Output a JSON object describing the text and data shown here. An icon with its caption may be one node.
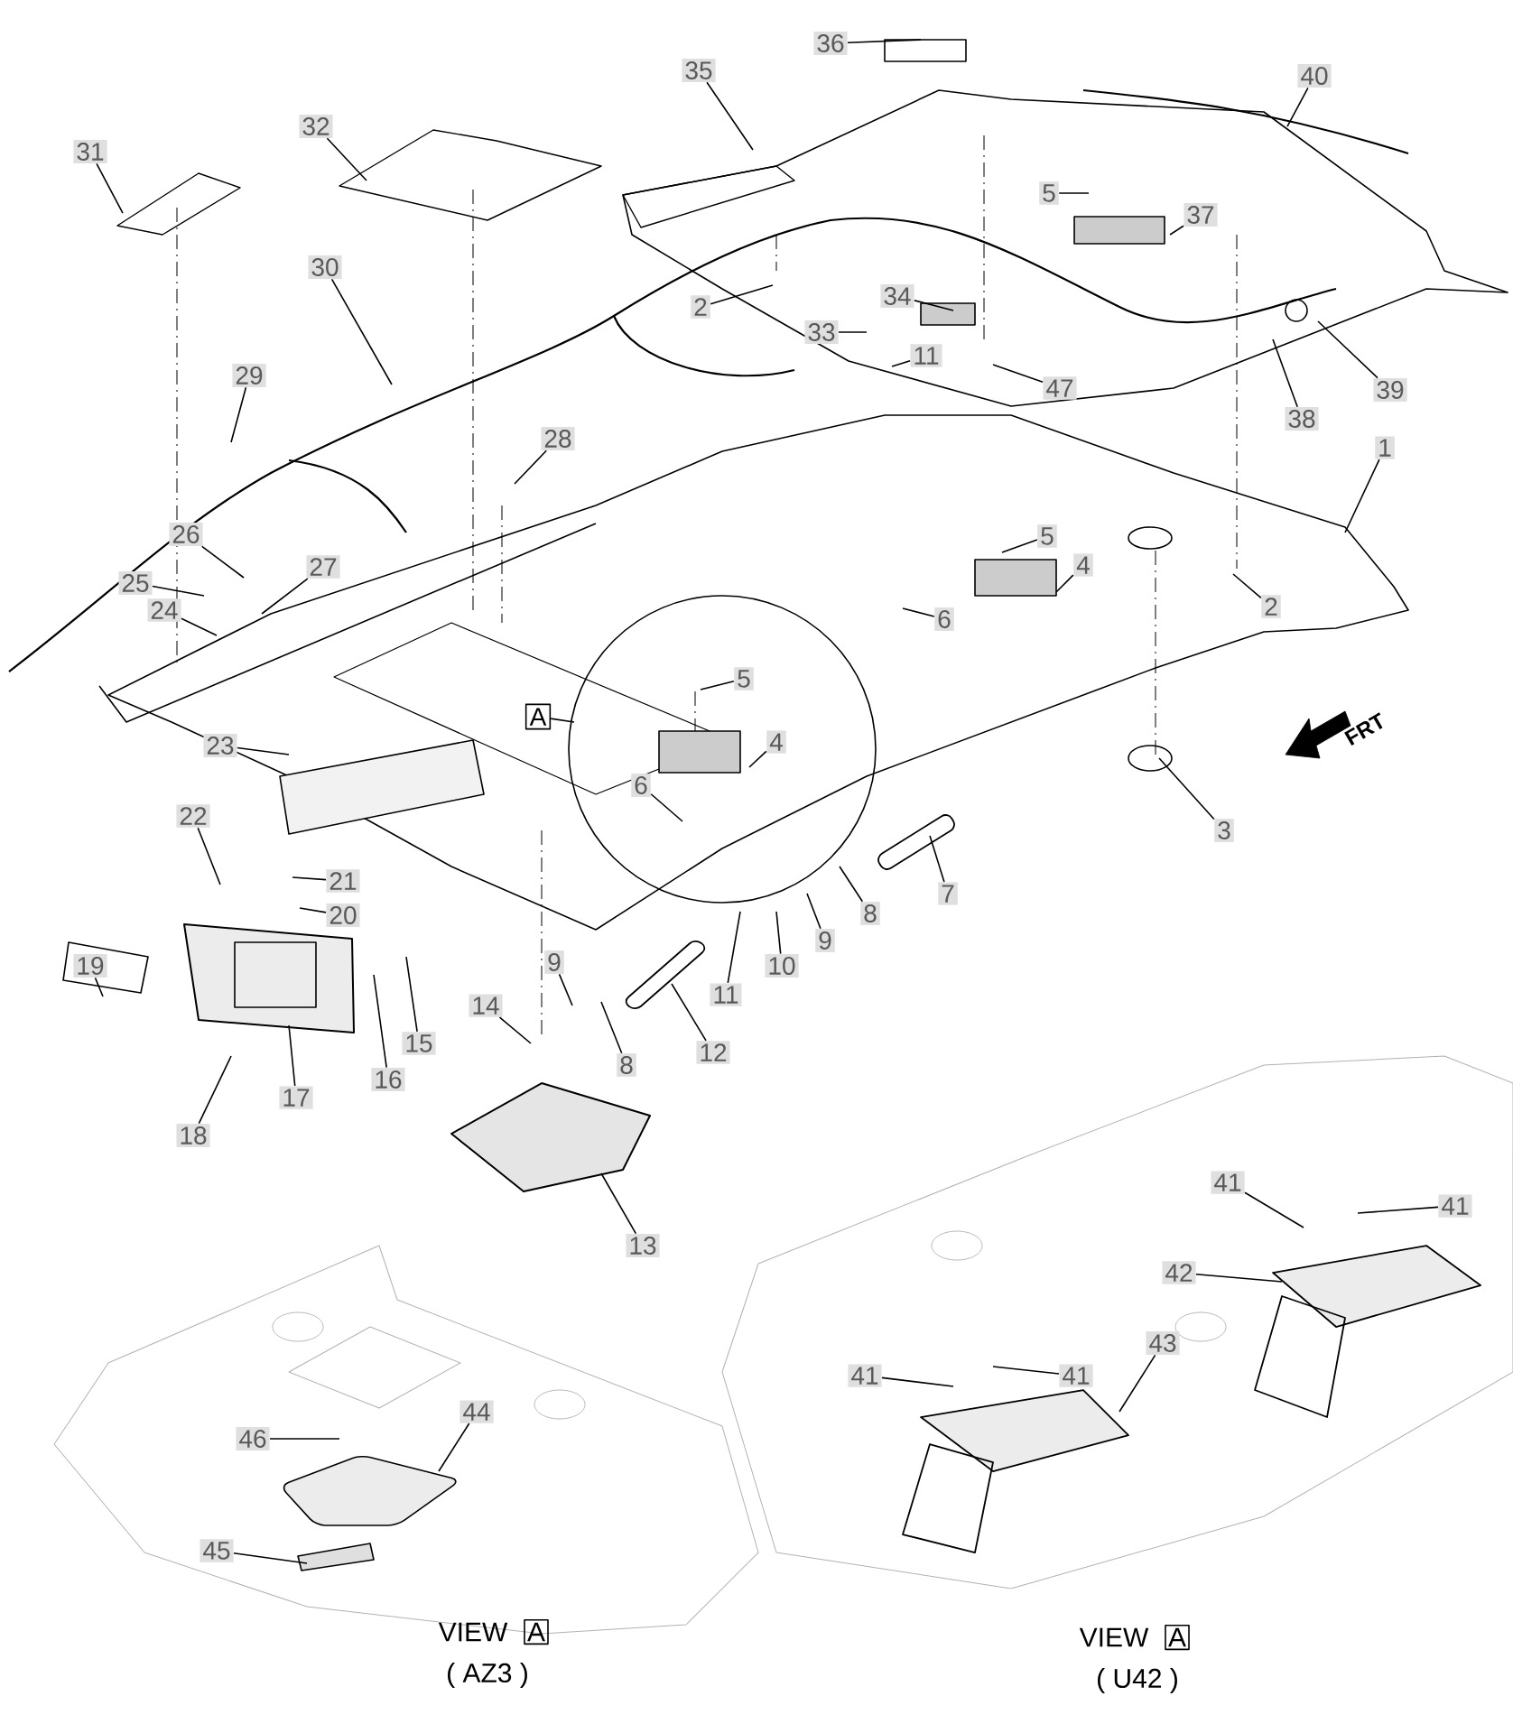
{
  "diagram": {
    "nodes": [
      {
        "text": [
          "1"
        ]
      },
      {
        "text": [
          "2"
        ]
      },
      {
        "text": [
          "2"
        ]
      },
      {
        "text": [
          "3"
        ]
      },
      {
        "text": [
          "4"
        ]
      },
      {
        "text": [
          "4"
        ]
      },
      {
        "text": [
          "5"
        ]
      },
      {
        "text": [
          "5"
        ]
      },
      {
        "text": [
          "5"
        ]
      },
      {
        "text": [
          "6"
        ]
      },
      {
        "text": [
          "6"
        ]
      },
      {
        "text": [
          "7"
        ]
      },
      {
        "text": [
          "8"
        ]
      },
      {
        "text": [
          "8"
        ]
      },
      {
        "text": [
          "9"
        ]
      },
      {
        "text": [
          "9"
        ]
      },
      {
        "text": [
          "10"
        ]
      },
      {
        "text": [
          "11"
        ]
      },
      {
        "text": [
          "11"
        ]
      },
      {
        "text": [
          "12"
        ]
      },
      {
        "text": [
          "13"
        ]
      },
      {
        "text": [
          "14"
        ]
      },
      {
        "text": [
          "15"
        ]
      },
      {
        "text": [
          "16"
        ]
      },
      {
        "text": [
          "17"
        ]
      },
      {
        "text": [
          "18"
        ]
      },
      {
        "text": [
          "19"
        ]
      },
      {
        "text": [
          "20"
        ]
      },
      {
        "text": [
          "21"
        ]
      },
      {
        "text": [
          "22"
        ]
      },
      {
        "text": [
          "23"
        ]
      },
      {
        "text": [
          "24"
        ]
      },
      {
        "text": [
          "25"
        ]
      },
      {
        "text": [
          "26"
        ]
      },
      {
        "text": [
          "27"
        ]
      },
      {
        "text": [
          "28"
        ]
      },
      {
        "text": [
          "29"
        ]
      },
      {
        "text": [
          "30"
        ]
      },
      {
        "text": [
          "31"
        ]
      },
      {
        "text": [
          "32"
        ]
      },
      {
        "text": [
          "33"
        ]
      },
      {
        "text": [
          "34"
        ]
      },
      {
        "text": [
          "35"
        ]
      },
      {
        "text": [
          "36"
        ]
      },
      {
        "text": [
          "37"
        ]
      },
      {
        "text": [
          "38"
        ]
      },
      {
        "text": [
          "39"
        ]
      },
      {
        "text": [
          "40"
        ]
      },
      {
        "text": [
          "41"
        ]
      },
      {
        "text": [
          "41"
        ]
      },
      {
        "text": [
          "41"
        ]
      },
      {
        "text": [
          "41"
        ]
      },
      {
        "text": [
          "42"
        ]
      },
      {
        "text": [
          "43"
        ]
      },
      {
        "text": [
          "44"
        ]
      },
      {
        "text": [
          "45"
        ]
      },
      {
        "text": [
          "46"
        ]
      },
      {
        "text": [
          "47"
        ]
      },
      {
        "text": [
          "A"
        ]
      }
    ],
    "edges": [
      {
        "from": 0,
        "to": null,
        "arrow": "none"
      },
      {
        "from": 1,
        "to": null,
        "arrow": "none"
      },
      {
        "from": 2,
        "to": null,
        "arrow": "none"
      },
      {
        "from": 3,
        "to": null,
        "arrow": "none"
      },
      {
        "from": 4,
        "to": null,
        "arrow": "none"
      },
      {
        "from": 5,
        "to": null,
        "arrow": "none"
      },
      {
        "from": 6,
        "to": null,
        "arrow": "none"
      },
      {
        "from": 7,
        "to": null,
        "arrow": "none"
      },
      {
        "from": 8,
        "to": null,
        "arrow": "none"
      },
      {
        "from": 9,
        "to": null,
        "arrow": "none"
      },
      {
        "from": 10,
        "to": null,
        "arrow": "none"
      },
      {
        "from": 11,
        "to": null,
        "arrow": "none"
      },
      {
        "from": 12,
        "to": null,
        "arrow": "none"
      },
      {
        "from": 13,
        "to": null,
        "arrow": "none"
      },
      {
        "from": 14,
        "to": null,
        "arrow": "none"
      },
      {
        "from": 15,
        "to": null,
        "arrow": "none"
      },
      {
        "from": 16,
        "to": null,
        "arrow": "none"
      },
      {
        "from": 17,
        "to": null,
        "arrow": "none"
      },
      {
        "from": 18,
        "to": null,
        "arrow": "none"
      },
      {
        "from": 19,
        "to": null,
        "arrow": "none"
      },
      {
        "from": 20,
        "to": null,
        "arrow": "none"
      },
      {
        "from": 21,
        "to": null,
        "arrow": "none"
      },
      {
        "from": 22,
        "to": null,
        "arrow": "none"
      },
      {
        "from": 23,
        "to": null,
        "arrow": "none"
      },
      {
        "from": 24,
        "to": null,
        "arrow": "none"
      },
      {
        "from": 25,
        "to": null,
        "arrow": "none"
      },
      {
        "from": 26,
        "to": null,
        "arrow": "none"
      },
      {
        "from": 27,
        "to": null,
        "arrow": "none"
      },
      {
        "from": 28,
        "to": null,
        "arrow": "none"
      },
      {
        "from": 29,
        "to": null,
        "arrow": "none"
      },
      {
        "from": 30,
        "to": null,
        "arrow": "none"
      },
      {
        "from": 31,
        "to": null,
        "arrow": "none"
      },
      {
        "from": 32,
        "to": null,
        "arrow": "none"
      },
      {
        "from": 33,
        "to": null,
        "arrow": "none"
      },
      {
        "from": 34,
        "to": null,
        "arrow": "none"
      },
      {
        "from": 35,
        "to": null,
        "arrow": "none"
      },
      {
        "from": 36,
        "to": null,
        "arrow": "none"
      },
      {
        "from": 37,
        "to": null,
        "arrow": "none"
      },
      {
        "from": 38,
        "to": null,
        "arrow": "none"
      },
      {
        "from": 39,
        "to": null,
        "arrow": "none"
      },
      {
        "from": 40,
        "to": null,
        "arrow": "none"
      },
      {
        "from": 41,
        "to": null,
        "arrow": "none"
      },
      {
        "from": 42,
        "to": null,
        "arrow": "none"
      },
      {
        "from": 43,
        "to": null,
        "arrow": "none"
      },
      {
        "from": 44,
        "to": null,
        "arrow": "none"
      },
      {
        "from": 45,
        "to": null,
        "arrow": "none"
      },
      {
        "from": 46,
        "to": null,
        "arrow": "none"
      },
      {
        "from": 47,
        "to": null,
        "arrow": "none"
      },
      {
        "from": 48,
        "to": null,
        "arrow": "none"
      },
      {
        "from": 49,
        "to": null,
        "arrow": "none"
      },
      {
        "from": 50,
        "to": null,
        "arrow": "none"
      },
      {
        "from": 51,
        "to": null,
        "arrow": "none"
      },
      {
        "from": 52,
        "to": null,
        "arrow": "none"
      },
      {
        "from": 53,
        "to": null,
        "arrow": "none"
      },
      {
        "from": 54,
        "to": null,
        "arrow": "none"
      },
      {
        "from": 55,
        "to": null,
        "arrow": "none"
      },
      {
        "from": 56,
        "to": null,
        "arrow": "none"
      },
      {
        "from": 57,
        "to": null,
        "arrow": "none"
      },
      {
        "from": 58,
        "to": null,
        "arrow": "none"
      }
    ],
    "labels": [
      "FRT",
      "VIEW",
      "A",
      "( AZ3 )",
      "VIEW",
      "A",
      "( U42 )"
    ]
  }
}
